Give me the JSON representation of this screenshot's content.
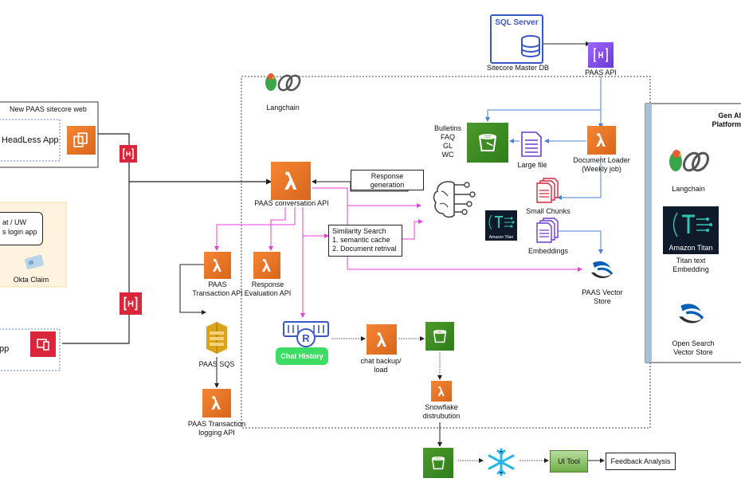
{
  "sql": {
    "title": "SQL Server",
    "db_label": "Sitecore Master DB",
    "api_label": "PAAS API"
  },
  "langchain_label": "Langchain",
  "left": {
    "sitecore_title": "New PAAS sitecore web",
    "headless_label": "HeadLess App",
    "chat_line1": "at / UW",
    "chat_line2": "s login app",
    "okta_label": "Okta Claim",
    "app_label": "pp"
  },
  "core": {
    "conversation_api": "PAAS conversation API",
    "response_gen": "Response generation",
    "similarity": [
      "Similarity Search",
      "1. semantic cache",
      "2. Document retrival"
    ],
    "bulletins": [
      "Bulletins",
      "FAQ",
      "GL",
      "WC"
    ],
    "large_file": "Large file",
    "doc_loader": "Document Loader (Weekly job)",
    "small_chunks": "Small Chunks",
    "embeddings": "Embeddings",
    "amazon_titan_small": "Amazon Titan",
    "vector_store": "PAAS Vector Store",
    "transaction_api": "PAAS Transaction API",
    "response_eval": "Response Evaluation API",
    "sqs": "PAAS SQS",
    "txn_logging": "PAAS Transaction logging API",
    "chat_history": "Chat History",
    "chat_backup": "chat backup/ load",
    "snowflake_dist": "Snowflake distrubution",
    "ui_tool": "UI Tool",
    "feedback": "Feedback Analysis"
  },
  "genai": {
    "title_line1": "Gen AI",
    "title_line2": "Platform",
    "langchain": "Langchain",
    "titan_badge": "Amazon Titan",
    "titan_label": "Titan text Embedding",
    "opensearch_label": "Open Search Vector Store"
  },
  "colors": {
    "lambda": "#f58534",
    "s3": "#3f8624",
    "pink": "#e83fd6",
    "blue": "#4a7fd4",
    "apigw": "#d9263b"
  }
}
